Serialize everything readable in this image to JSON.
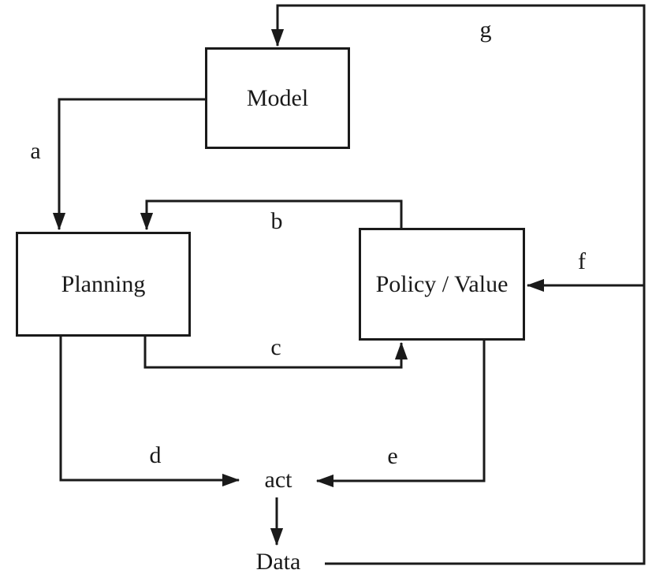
{
  "diagram": {
    "title": "model-based reinforcement learning loop",
    "colors": {
      "line": "#1a1a1a",
      "background": "#ffffff"
    },
    "nodes": {
      "model": {
        "label": "Model"
      },
      "planning": {
        "label": "Planning"
      },
      "policy": {
        "label": "Policy / Value"
      },
      "act": {
        "label": "act"
      },
      "data": {
        "label": "Data"
      }
    },
    "edge_labels": {
      "a": "a",
      "b": "b",
      "c": "c",
      "d": "d",
      "e": "e",
      "f": "f",
      "g": "g"
    },
    "edges": [
      {
        "id": "a",
        "from": "Model",
        "to": "Planning",
        "label": "a"
      },
      {
        "id": "b",
        "from": "Policy / Value",
        "to": "Planning",
        "label": "b"
      },
      {
        "id": "c",
        "from": "Planning",
        "to": "Policy / Value",
        "label": "c"
      },
      {
        "id": "d",
        "from": "Planning",
        "to": "act",
        "label": "d"
      },
      {
        "id": "e",
        "from": "Policy / Value",
        "to": "act",
        "label": "e"
      },
      {
        "id": "f",
        "from": "Data",
        "to": "Policy / Value",
        "label": "f"
      },
      {
        "id": "g",
        "from": "Data",
        "to": "Model",
        "label": "g"
      },
      {
        "id": "act-data",
        "from": "act",
        "to": "Data",
        "label": ""
      }
    ]
  }
}
